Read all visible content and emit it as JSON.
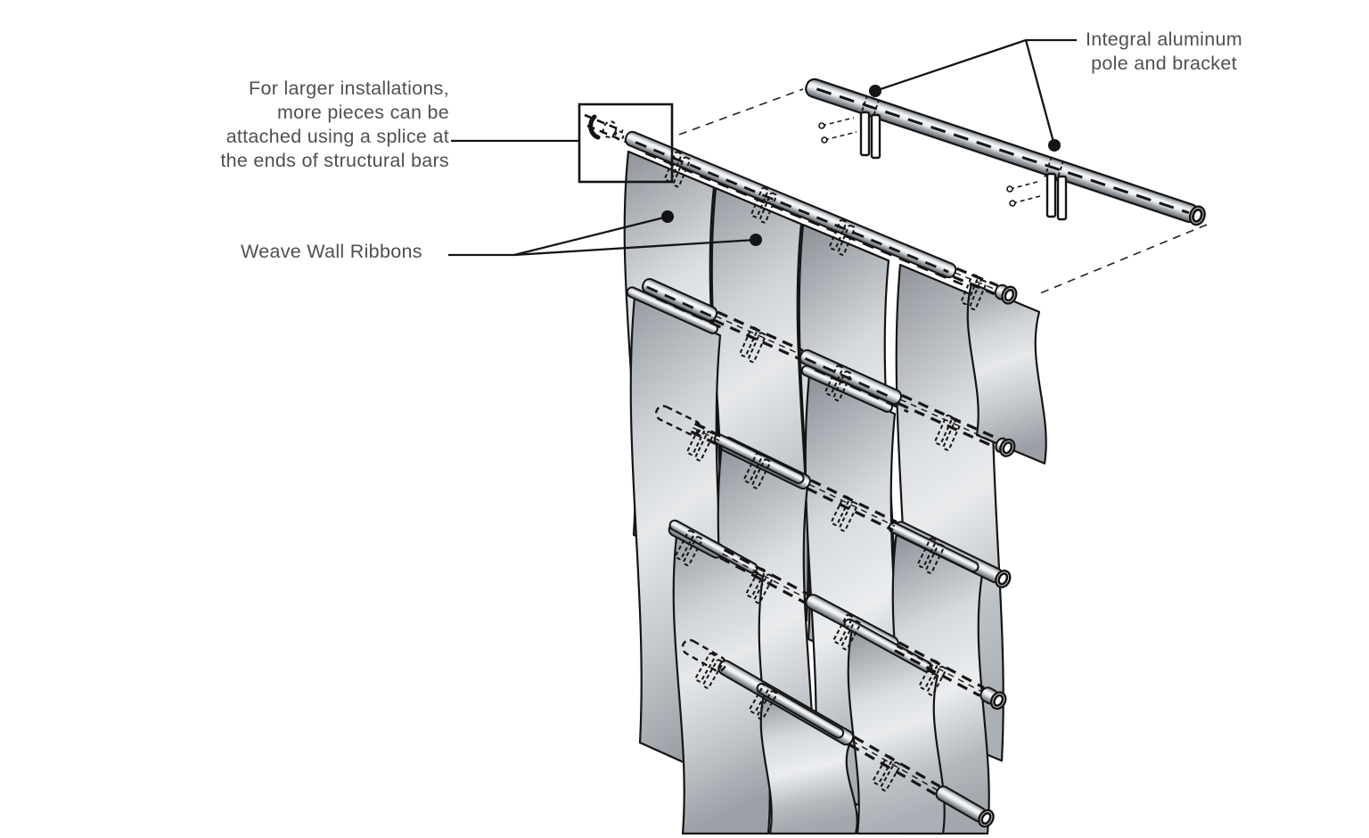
{
  "figure": {
    "background": "#ffffff",
    "line_color": "#141414",
    "text_color": "#4e5054",
    "metal_light": "#f6f7f8",
    "metal_dark": "#565b61",
    "ribbon_dark": "#8d939a",
    "ribbon_light": "#e9ebed"
  },
  "annotations": {
    "splice_note": {
      "lines": [
        "For larger installations,",
        "more pieces can be",
        "attached using a splice at",
        "the ends of structural bars"
      ]
    },
    "ribbons_label": {
      "text": "Weave Wall Ribbons"
    },
    "pole_label": {
      "lines": [
        "Integral aluminum",
        "pole and bracket"
      ]
    }
  }
}
